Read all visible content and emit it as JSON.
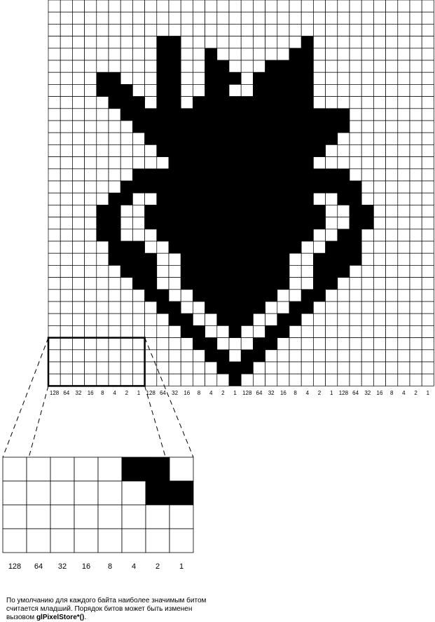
{
  "bitmap": {
    "cols": 32,
    "rows": 32,
    "rows_data": [
      "00000000000000000000000000000000",
      "00000000000000000000000000000000",
      "00000000000000000000000000000000",
      "00000000011000000000010000000000",
      "00000000011001000000110000000000",
      "00000000011001100011110000000000",
      "00001100011001110111110000000000",
      "00001110011001100111110000000000",
      "00000111011011111111110000000000",
      "00000011111111111111111110000000",
      "00000001111111111111111110000000",
      "00000000111111111111111100000000",
      "00000000011111111111111000000000",
      "00000000001111111111110000000000",
      "00000001111111111111111110000000",
      "00000011111111111111111111000000",
      "00000110011111111111110011000000",
      "00001100111111111111111001100000",
      "00001100111111111111111001100000",
      "00001100011111111111110011000000",
      "00000111001111111111100111000000",
      "00000111100111111111001111000000",
      "00000011100111111111001110000000",
      "00000001100111111111001100000000",
      "00000000110011111110011000000000",
      "00000000011001111100110000000000",
      "00000000001100111001100000000000",
      "00000000000110010011000000000000",
      "00000000000011000110000000000000",
      "00000000000001101100000000000000",
      "00000000000000111000000000000000",
      "00000000000000010000000000000000"
    ]
  },
  "bit_weights": [
    "128",
    "64",
    "32",
    "16",
    "8",
    "4",
    "2",
    "1"
  ],
  "zoom_grid": {
    "rows_data": [
      "00000110",
      "00000011",
      "00000000",
      "00000000"
    ]
  },
  "caption": {
    "text_plain": "По умолчанию для каждого байта наиболее значимым битом считается младший. Порядок битов может быть изменен вызовом ",
    "text_bold": "glPixelStore*()",
    "text_end": "."
  }
}
